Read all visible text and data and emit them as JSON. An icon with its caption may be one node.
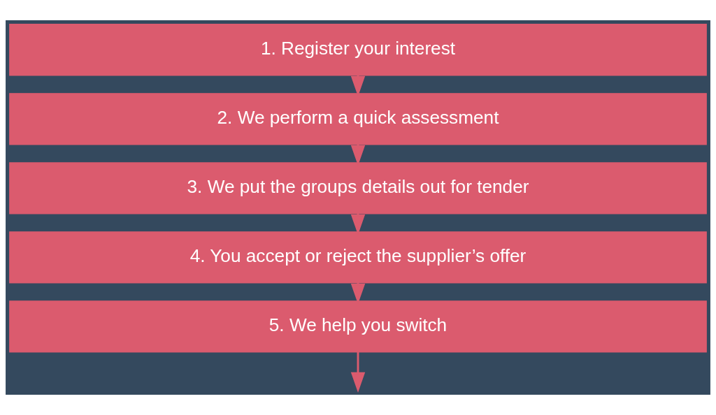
{
  "diagram": {
    "nodes": [
      {
        "text": [
          "1. Register your interest"
        ]
      },
      {
        "text": [
          "2. We perform a quick assessment"
        ]
      },
      {
        "text": [
          "3. We put the groups details out for tender"
        ]
      },
      {
        "text": [
          "4. You accept or reject the supplier’s offer"
        ]
      },
      {
        "text": [
          "5. We help you switch"
        ]
      }
    ],
    "edges": [
      {
        "from": 0,
        "to": 1,
        "arrow": "to"
      },
      {
        "from": 1,
        "to": 2,
        "arrow": "to"
      },
      {
        "from": 2,
        "to": 3,
        "arrow": "to"
      },
      {
        "from": 3,
        "to": 4,
        "arrow": "to"
      },
      {
        "from": 4,
        "to": null,
        "arrow": "to"
      }
    ]
  }
}
